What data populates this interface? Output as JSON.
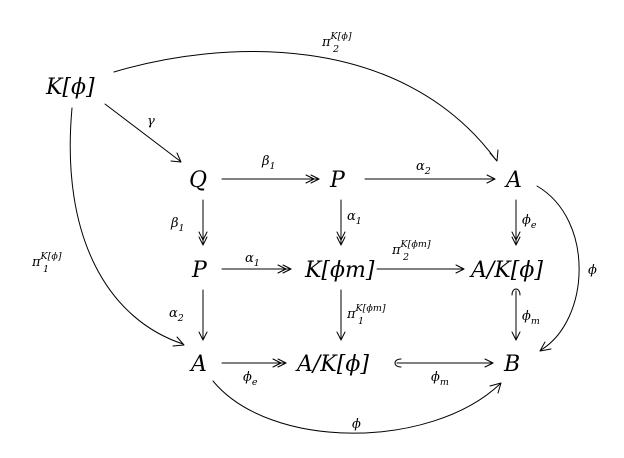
{
  "nodes": {
    "k_phi": "K[ϕ]",
    "q": "Q",
    "p_top": "P",
    "a_top": "A",
    "p_mid": "P",
    "k_phi_m": "K[ϕm]",
    "a_over_k_phi_right": "A/K[ϕ]",
    "a_bottom": "A",
    "a_over_k_phi_bottom": "A/K[ϕ]",
    "b": "B"
  },
  "labels": {
    "pi2_k_phi": {
      "base": "π",
      "sub": "2",
      "sup": "K[ϕ]"
    },
    "gamma": "γ",
    "beta1_top": {
      "base": "β",
      "sub": "1"
    },
    "alpha2_top": {
      "base": "α",
      "sub": "2"
    },
    "beta1_left": {
      "base": "β",
      "sub": "1"
    },
    "alpha1_vertical": {
      "base": "α",
      "sub": "1"
    },
    "phi_e_right": {
      "base": "ϕ",
      "sub": "e"
    },
    "pi1_k_phi": {
      "base": "π",
      "sub": "1",
      "sup": "K[ϕ]"
    },
    "alpha1_mid": {
      "base": "α",
      "sub": "1"
    },
    "pi2_k_phi_m": {
      "base": "π",
      "sub": "2",
      "sup": "K[ϕm]"
    },
    "phi_right_curve": "ϕ",
    "alpha2_left": {
      "base": "α",
      "sub": "2"
    },
    "pi1_k_phi_m": {
      "base": "π",
      "sub": "1",
      "sup": "K[ϕm]"
    },
    "phi_m_right": {
      "base": "ϕ",
      "sub": "m"
    },
    "phi_e_bottom": {
      "base": "ϕ",
      "sub": "e"
    },
    "phi_m_bottom": {
      "base": "ϕ",
      "sub": "m"
    },
    "phi_bottom_curve": "ϕ"
  }
}
